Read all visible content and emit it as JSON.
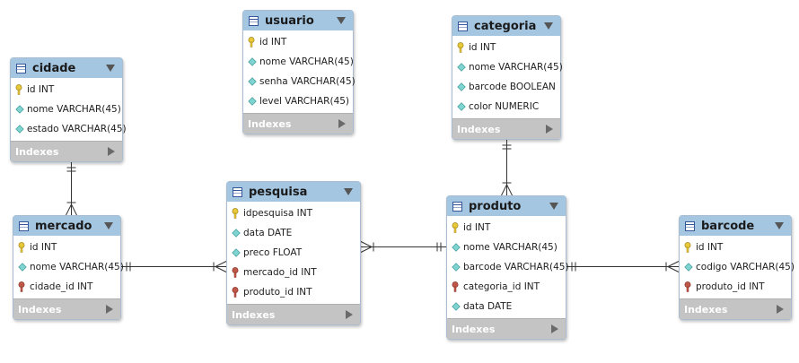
{
  "tables": [
    {
      "key": "cidade",
      "name": "cidade",
      "columns": [
        {
          "icon": "primary-key",
          "text": "id INT"
        },
        {
          "icon": "column",
          "text": "nome VARCHAR(45)"
        },
        {
          "icon": "column",
          "text": "estado VARCHAR(45)"
        }
      ],
      "indexes_label": "Indexes"
    },
    {
      "key": "usuario",
      "name": "usuario",
      "columns": [
        {
          "icon": "primary-key",
          "text": "id INT"
        },
        {
          "icon": "column",
          "text": "nome VARCHAR(45)"
        },
        {
          "icon": "column",
          "text": "senha VARCHAR(45)"
        },
        {
          "icon": "column",
          "text": "level VARCHAR(45)"
        }
      ],
      "indexes_label": "Indexes"
    },
    {
      "key": "categoria",
      "name": "categoria",
      "columns": [
        {
          "icon": "primary-key",
          "text": "id INT"
        },
        {
          "icon": "column",
          "text": "nome VARCHAR(45)"
        },
        {
          "icon": "column",
          "text": "barcode BOOLEAN"
        },
        {
          "icon": "column",
          "text": "color NUMERIC"
        }
      ],
      "indexes_label": "Indexes"
    },
    {
      "key": "mercado",
      "name": "mercado",
      "columns": [
        {
          "icon": "primary-key",
          "text": "id INT"
        },
        {
          "icon": "column",
          "text": "nome VARCHAR(45)"
        },
        {
          "icon": "foreign-key",
          "text": "cidade_id INT"
        }
      ],
      "indexes_label": "Indexes"
    },
    {
      "key": "pesquisa",
      "name": "pesquisa",
      "columns": [
        {
          "icon": "primary-key",
          "text": "idpesquisa INT"
        },
        {
          "icon": "column",
          "text": "data DATE"
        },
        {
          "icon": "column",
          "text": "preco FLOAT"
        },
        {
          "icon": "foreign-key",
          "text": "mercado_id INT"
        },
        {
          "icon": "foreign-key",
          "text": "produto_id INT"
        }
      ],
      "indexes_label": "Indexes"
    },
    {
      "key": "produto",
      "name": "produto",
      "columns": [
        {
          "icon": "primary-key",
          "text": "id INT"
        },
        {
          "icon": "column",
          "text": "nome VARCHAR(45)"
        },
        {
          "icon": "column",
          "text": "barcode VARCHAR(45)"
        },
        {
          "icon": "foreign-key",
          "text": "categoria_id INT"
        },
        {
          "icon": "column",
          "text": "data DATE"
        }
      ],
      "indexes_label": "Indexes"
    },
    {
      "key": "barcode",
      "name": "barcode",
      "columns": [
        {
          "icon": "primary-key",
          "text": "id INT"
        },
        {
          "icon": "column",
          "text": "codigo VARCHAR(45)"
        },
        {
          "icon": "foreign-key",
          "text": "produto_id INT"
        }
      ],
      "indexes_label": "Indexes"
    }
  ],
  "relationships": [
    {
      "from": "mercado",
      "to": "cidade",
      "from_cardinality": "many",
      "to_cardinality": "one"
    },
    {
      "from": "pesquisa",
      "to": "mercado",
      "from_cardinality": "many",
      "to_cardinality": "one"
    },
    {
      "from": "pesquisa",
      "to": "produto",
      "from_cardinality": "many",
      "to_cardinality": "one"
    },
    {
      "from": "produto",
      "to": "categoria",
      "from_cardinality": "many",
      "to_cardinality": "one"
    },
    {
      "from": "barcode",
      "to": "produto",
      "from_cardinality": "many",
      "to_cardinality": "one"
    }
  ],
  "colors": {
    "header": "#a5c6e1",
    "indexes_bar": "#c4c4c4",
    "primary_key": "#e8c938",
    "foreign_key": "#c0584a",
    "column": "#7fd3d0",
    "connector": "#333333"
  }
}
